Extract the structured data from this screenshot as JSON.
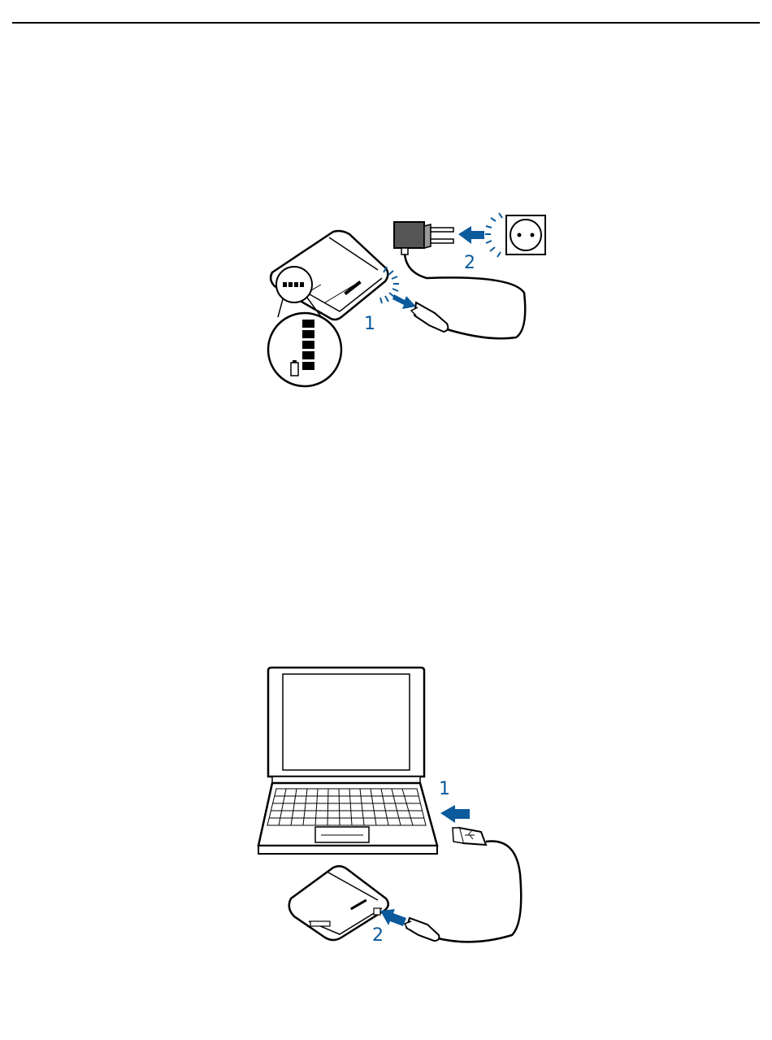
{
  "colors": {
    "accent": "#0a5a9c",
    "line": "#000000",
    "background": "#ffffff"
  },
  "figure_wall_charger": {
    "step_1": "1",
    "step_2": "2"
  },
  "figure_usb_charging": {
    "step_1": "1",
    "step_2": "2"
  }
}
